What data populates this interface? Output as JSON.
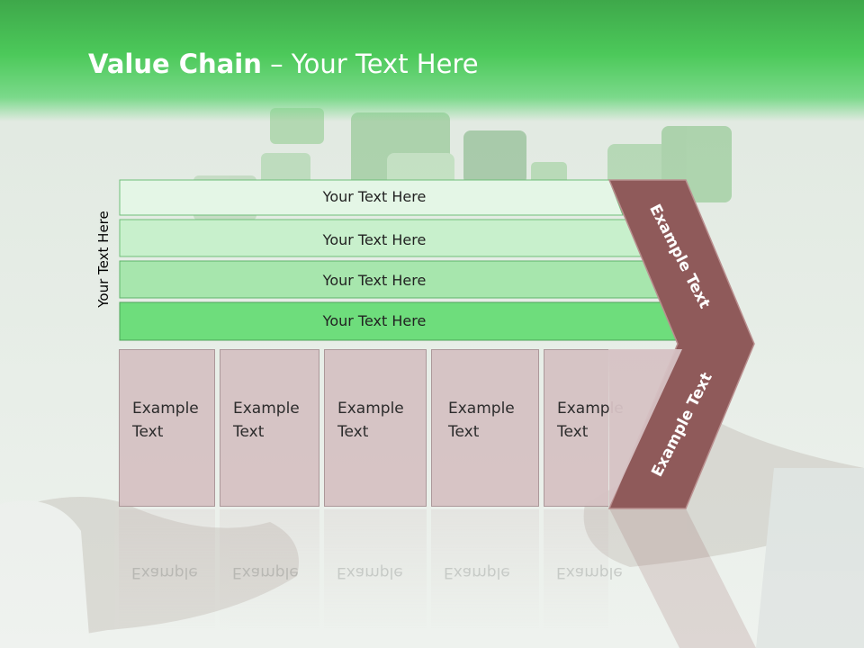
{
  "title": {
    "bold": "Value Chain",
    "rest": " – Your Text Here"
  },
  "vertical_label": "Your Text Here",
  "bands": [
    "Your Text Here",
    "Your Text Here",
    "Your Text Here",
    "Your Text Here"
  ],
  "boxes": [
    {
      "line1": "Example",
      "line2": "Text"
    },
    {
      "line1": "Example",
      "line2": "Text"
    },
    {
      "line1": "Example",
      "line2": "Text"
    },
    {
      "line1": "Example",
      "line2": "Text"
    },
    {
      "line1": "Example",
      "line2": "Text"
    }
  ],
  "chevron": {
    "upper_text": "Example Text",
    "lower_text": "Example Text"
  },
  "colors": {
    "header": "#4cc95a",
    "band_1": "#e4f6e6",
    "band_2": "#c8f0cc",
    "band_3": "#a7e6ad",
    "band_4": "#6edd7c",
    "box": "#d6c2c4",
    "chevron": "#8f5a5a"
  }
}
